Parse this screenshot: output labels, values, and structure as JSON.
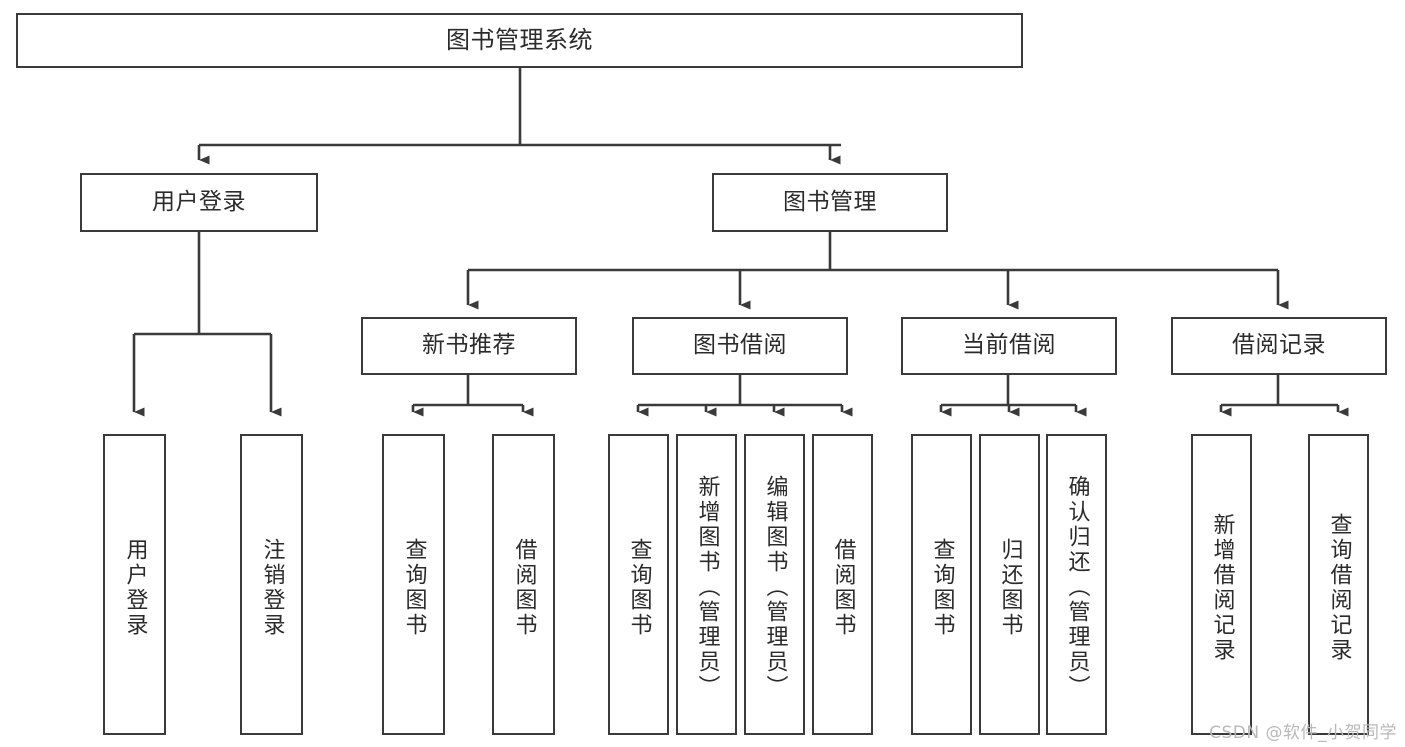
{
  "diagram": {
    "title": "图书管理系统",
    "watermark": "CSDN @软件_小贺同学",
    "colors": {
      "background": "#ffffff",
      "box_border": "#3a3a3a",
      "box_fill": "#ffffff",
      "connector": "#3a3a3a",
      "text": "#2b2b2b",
      "watermark": "#b9b9b9"
    },
    "nodes": {
      "root": {
        "label": "图书管理系统"
      },
      "level1": [
        {
          "label": "用户登录"
        },
        {
          "label": "图书管理"
        }
      ],
      "level2": [
        {
          "label": "新书推荐"
        },
        {
          "label": "图书借阅"
        },
        {
          "label": "当前借阅"
        },
        {
          "label": "借阅记录"
        }
      ],
      "leaves": {
        "user_login": [
          {
            "label": "用户登录"
          },
          {
            "label": "注销登录"
          }
        ],
        "new_book_recommend": [
          {
            "label": "查询图书"
          },
          {
            "label": "借阅图书"
          }
        ],
        "book_borrow": [
          {
            "label": "查询图书"
          },
          {
            "label": "新增图书（管理员）"
          },
          {
            "label": "编辑图书（管理员）"
          },
          {
            "label": "借阅图书"
          }
        ],
        "current_borrow": [
          {
            "label": "查询图书"
          },
          {
            "label": "归还图书"
          },
          {
            "label": "确认归还（管理员）"
          }
        ],
        "borrow_record": [
          {
            "label": "新增借阅记录"
          },
          {
            "label": "查询借阅记录"
          }
        ]
      }
    }
  }
}
